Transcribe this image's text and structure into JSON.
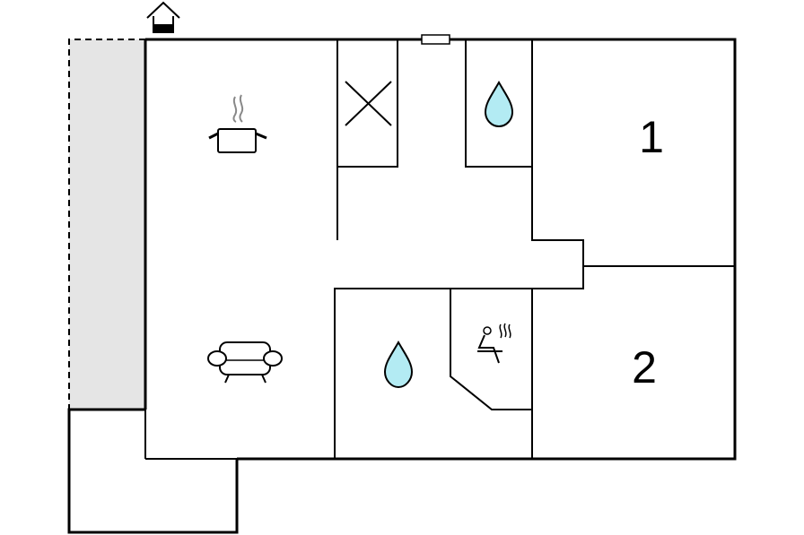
{
  "floorplan": {
    "rooms": [
      {
        "id": "kitchen",
        "icon": "cooking-pot-icon"
      },
      {
        "id": "living",
        "icon": "sofa-icon"
      },
      {
        "id": "bathroom-top",
        "icon": "water-drop-icon"
      },
      {
        "id": "bathroom-bottom",
        "icon": "water-drop-icon"
      },
      {
        "id": "sauna",
        "icon": "sauna-icon"
      },
      {
        "id": "storage",
        "icon": "cross-icon"
      },
      {
        "id": "bedroom-1",
        "label": "1"
      },
      {
        "id": "bedroom-2",
        "label": "2"
      }
    ],
    "entrance_icon": "house-entrance-icon",
    "colors": {
      "terrace": "#e5e5e5",
      "water": "#b3ebf3",
      "walls": "#000000"
    }
  }
}
